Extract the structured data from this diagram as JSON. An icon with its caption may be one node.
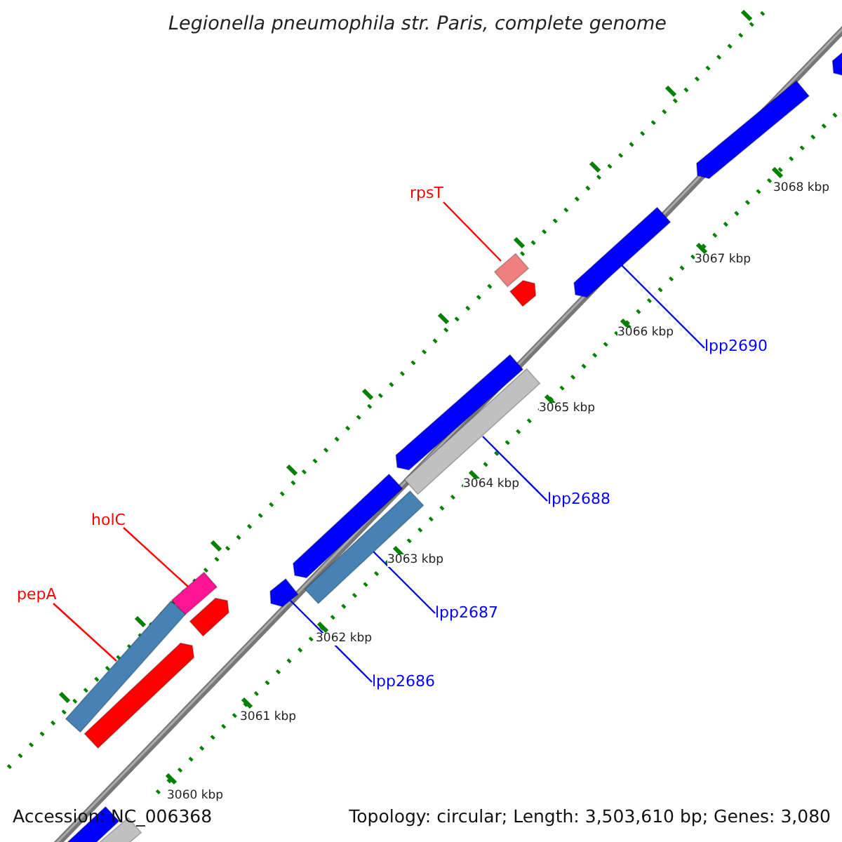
{
  "diagram": {
    "title": "Legionella pneumophila str. Paris, complete genome",
    "nodes": [
      {
        "text": [
          "rpsT"
        ]
      },
      {
        "text": [],
        "shape": "bar"
      },
      {
        "text": [
          "lpp2690"
        ]
      },
      {
        "text": [],
        "shape": "bar"
      },
      {
        "text": [
          "lpp2688"
        ]
      },
      {
        "text": [],
        "shape": "bar"
      },
      {
        "text": [
          "holC"
        ]
      },
      {
        "text": [],
        "shape": "bar"
      },
      {
        "text": [
          "pepA"
        ]
      },
      {
        "text": [],
        "shape": "bar"
      },
      {
        "text": [
          "lpp2687"
        ]
      },
      {
        "text": [],
        "shape": "bar"
      },
      {
        "text": [
          "lpp2686"
        ]
      },
      {
        "text": [],
        "shape": "bar"
      },
      {
        "text": [],
        "shape": "bar"
      },
      {
        "text": [],
        "shape": "bar"
      },
      {
        "text": [],
        "shape": "bar"
      },
      {
        "text": [],
        "shape": "bar"
      },
      {
        "text": [],
        "shape": "bar"
      },
      {
        "text": [],
        "shape": "bar"
      },
      {
        "text": [],
        "shape": "bar"
      },
      {
        "text": [],
        "shape": "bar"
      },
      {
        "text": [],
        "shape": "bar"
      }
    ],
    "edges": [
      {
        "from": 0,
        "to": 1,
        "arrow": "none",
        "color": "#ff0000"
      },
      {
        "from": 2,
        "to": 3,
        "arrow": "none"
      },
      {
        "from": 4,
        "to": 5,
        "arrow": "none"
      },
      {
        "from": 6,
        "to": 7,
        "arrow": "none",
        "color": "#ff0000"
      },
      {
        "from": 8,
        "to": 9,
        "arrow": "none",
        "color": "#ff0000"
      },
      {
        "from": 10,
        "to": 11,
        "arrow": "none"
      },
      {
        "from": 12,
        "to": 13,
        "arrow": "none"
      }
    ],
    "labels": [
      "3068 kbp",
      "3067 kbp",
      "3066 kbp",
      "3065 kbp",
      "3064 kbp",
      "3063 kbp",
      "3062 kbp",
      "3061 kbp",
      "3060 kbp",
      "Accession: NC_006368",
      "Topology: circular; Length: 3,503,610 bp; Genes: 3,080"
    ]
  }
}
